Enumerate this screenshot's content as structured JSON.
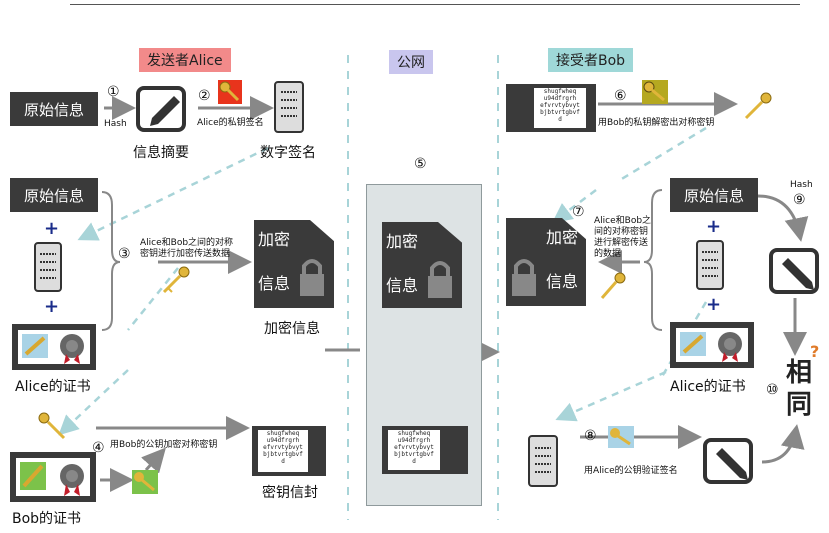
{
  "sections": {
    "sender": "发送者Alice",
    "public": "公网",
    "receiver": "接受者Bob"
  },
  "colors": {
    "sender_bg": "#f28a8a",
    "public_bg": "#c9c6ee",
    "receiver_bg": "#9fd8d8",
    "dark_box": "#3a3a3a",
    "arrow_gray": "#888888",
    "dashed_teal": "#a8d4d8",
    "middle_panel": "#dde3e4"
  },
  "labels": {
    "original_info": "原始信息",
    "digest": "信息摘要",
    "signature": "数字签名",
    "encrypted_info": "加密信息",
    "encrypt": "加密",
    "info": "信息",
    "alice_cert": "Alice的证书",
    "bob_cert": "Bob的证书",
    "key_envelope": "密钥信封",
    "same_1": "相",
    "same_2": "同",
    "hash": "Hash",
    "alice_private_sign": "Alice的私钥签名",
    "sym_key_note": "Alice和Bob之间的对称\n密钥进行加密传送数据",
    "bob_pub_encrypt": "用Bob的公钥加密对称密钥",
    "bob_private_decrypt": "用Bob的私钥解密出对称密钥",
    "recv_sym_note": "Alice和Bob之\n间的对称密钥\n进行解密传送\n的数据",
    "alice_pub_verify": "用Alice的公钥验证签名",
    "key_text": "shugfwheq\nu94dfrgrh\nefvrvtybvyt\nbjbtvrtgbvf\nd"
  },
  "steps": [
    "①",
    "②",
    "③",
    "④",
    "⑤",
    "⑥",
    "⑦",
    "⑧",
    "⑨",
    "⑩"
  ],
  "icons": [
    "pencil-icon",
    "key-icon",
    "scroll-icon",
    "lock-icon",
    "certificate-icon",
    "seal-icon",
    "plus-icon"
  ]
}
